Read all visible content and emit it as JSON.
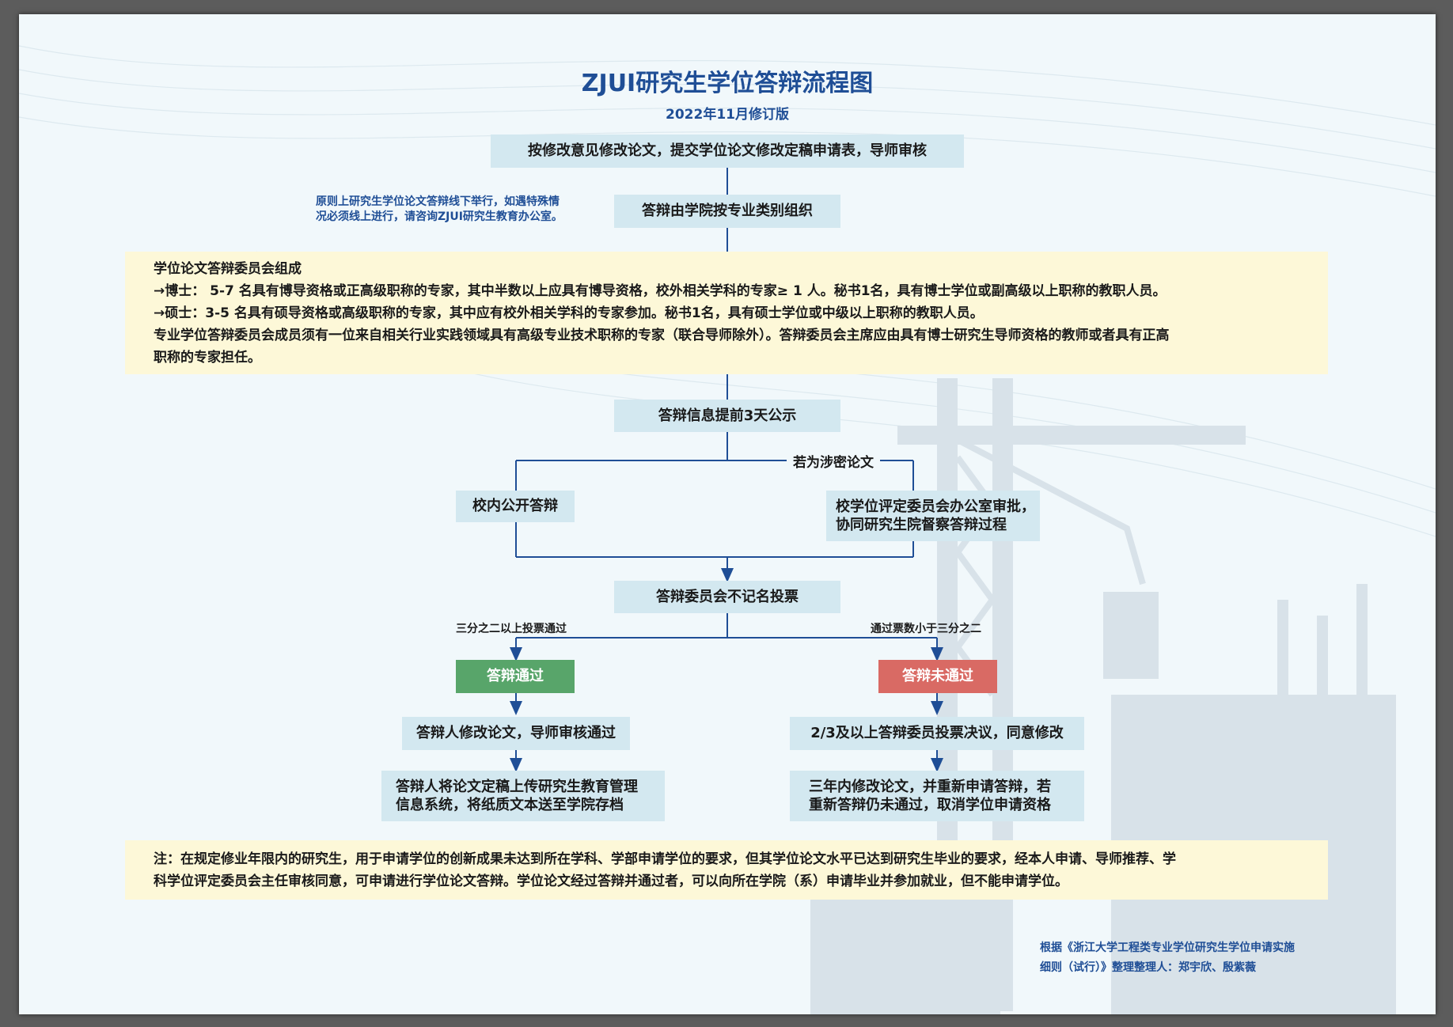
{
  "title": "ZJUI研究生学位答辩流程图",
  "subtitle": "2022年11月修订版",
  "steps": {
    "revise_submit": "按修改意见修改论文，提交学位论文修改定稿申请表，导师审核",
    "organize": "答辩由学院按专业类别组织",
    "announce": "答辩信息提前3天公示",
    "public_defense": "校内公开答辩",
    "confidential_line1": "校学位评定委员会办公室审批，",
    "confidential_line2": "协同研究生院督察答辩过程",
    "vote": "答辩委员会不记名投票",
    "pass": "答辩通过",
    "fail": "答辩未通过",
    "pass_revise": "答辩人修改论文，导师审核通过",
    "pass_upload_line1": "答辩人将论文定稿上传研究生教育管理",
    "pass_upload_line2": "信息系统，将纸质文本送至学院存档",
    "fail_revise": "2/3及以上答辩委员投票决议，同意修改",
    "fail_retry_line1": "三年内修改论文，并重新申请答辩，若",
    "fail_retry_line2": "重新答辩仍未通过，取消学位申请资格"
  },
  "side_note": {
    "line1": "原则上研究生学位论文答辩线下举行，如遇特殊情",
    "line2": "况必须线上进行，请咨询ZJUI研究生教育办公室。"
  },
  "committee": {
    "heading": "学位论文答辩委员会组成",
    "phd": "→博士： 5-7 名具有博导资格或正高级职称的专家，其中半数以上应具有博导资格，校外相关学科的专家≥ 1 人。秘书1名，具有博士学位或副高级以上职称的教职人员。",
    "master": "→硕士：3-5 名具有硕导资格或高级职称的专家，其中应有校外相关学科的专家参加。秘书1名，具有硕士学位或中级以上职称的教职人员。",
    "professional_line1": "专业学位答辩委员会成员须有一位来自相关行业实践领域具有高级专业技术职称的专家（联合导师除外）。答辩委员会主席应由具有博士研究生导师资格的教师或者具有正高",
    "professional_line2": "职称的专家担任。"
  },
  "labels": {
    "confidential": "若为涉密论文",
    "pass_condition": "三分之二以上投票通过",
    "fail_condition": "通过票数小于三分之二"
  },
  "footnote": {
    "line1": "注：在规定修业年限内的研究生，用于申请学位的创新成果未达到所在学科、学部申请学位的要求，但其学位论文水平已达到研究生毕业的要求，经本人申请、导师推荐、学",
    "line2": "科学位评定委员会主任审核同意，可申请进行学位论文答辩。学位论文经过答辩并通过者，可以向所在学院（系）申请毕业并参加就业，但不能申请学位。"
  },
  "source": {
    "line1": "根据《浙江大学工程类专业学位研究生学位申请实施",
    "line2": "细则（试行）》整理整理人：郑宇欣、殷紫薇"
  },
  "colors": {
    "title": "#1f4e96",
    "box": "#d3e8f0",
    "pass": "#58a56a",
    "fail": "#d96a64",
    "panel": "#fdf8d8",
    "line": "#1f4e96"
  }
}
